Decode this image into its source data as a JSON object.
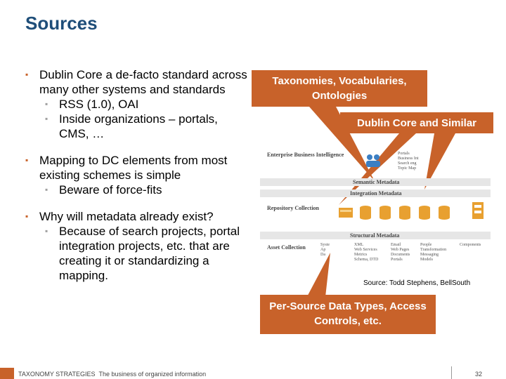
{
  "slide": {
    "title": "Sources"
  },
  "bullets": {
    "b1": "Dublin Core a de-facto standard across many other systems and standards",
    "b1_sub1": "RSS (1.0), OAI",
    "b1_sub2": "Inside organizations – portals, CMS, …",
    "b2": "Mapping to DC elements from most existing schemes is simple",
    "b2_sub1": "Beware of force-fits",
    "b3": "Why will metadata already exist?",
    "b3_sub1": "Because of search projects, portal integration projects, etc. that are creating it or standardizing a mapping."
  },
  "callouts": {
    "taxonomies": "Taxonomies, Vocabularies, Ontologies",
    "dublin": "Dublin Core and Similar",
    "persource": "Per-Source Data Types, Access Controls, etc."
  },
  "diagram": {
    "enterprise": "Enterprise Business Intelligence",
    "portals_col": "Portals\nBusiness Int\nSearch eng\nTopic Map",
    "semantic": "Semantic Metadata",
    "integration": "Integration Metadata",
    "repository": "Repository Collection",
    "structural": "Structural Metadata",
    "asset": "Asset Collection",
    "col1": "Syste\nAp\nDa",
    "col2": "XML\nWeb Services\nMetrics\nSchema, DTD",
    "col3": "Email\nWeb Pages\nDocuments\nPortals",
    "col4": "People\nTransformation\nMessaging\nModels",
    "col5": "Components"
  },
  "source_note": "Source: Todd Stephens, BellSouth",
  "footer": {
    "brand": "TAXONOMY STRATEGIES",
    "tagline": "The business of organized information",
    "page": "32"
  },
  "colors": {
    "accent": "#c8622a",
    "title": "#1f4e79",
    "band": "#e6e6e6"
  }
}
